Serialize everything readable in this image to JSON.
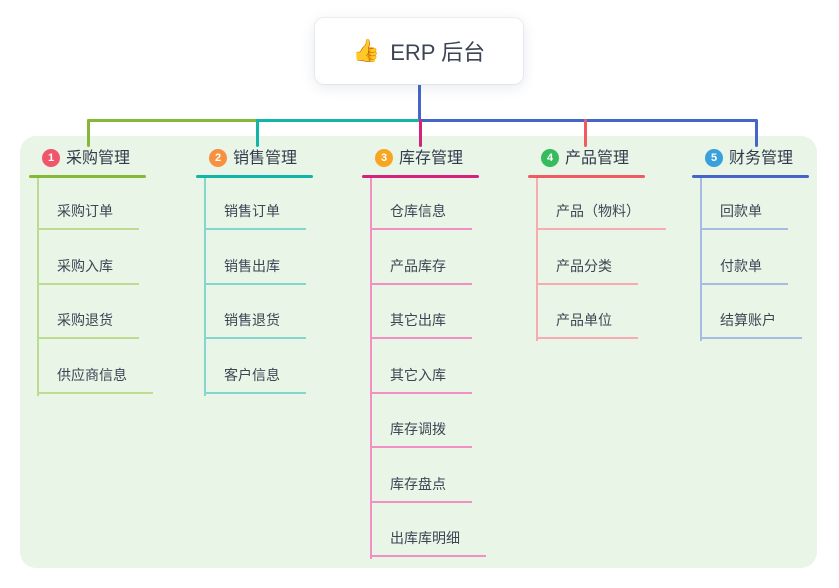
{
  "root": {
    "icon": "👍",
    "title": "ERP 后台"
  },
  "theme": {
    "panel_bg": "#e9f6e7",
    "trunk_color": "#4565c8",
    "text_color": "#3d4554"
  },
  "branches": [
    {
      "number": "1",
      "label": "采购管理",
      "badge_color": "#f0566b",
      "line_color": "#85b837",
      "child_line_color": "#bcdc92",
      "children": [
        "采购订单",
        "采购入库",
        "采购退货",
        "供应商信息"
      ]
    },
    {
      "number": "2",
      "label": "销售管理",
      "badge_color": "#f8913f",
      "line_color": "#13b5a9",
      "child_line_color": "#85d6cd",
      "children": [
        "销售订单",
        "销售出库",
        "销售退货",
        "客户信息"
      ]
    },
    {
      "number": "3",
      "label": "库存管理",
      "badge_color": "#f6a623",
      "line_color": "#d4237e",
      "child_line_color": "#f28fc4",
      "children": [
        "仓库信息",
        "产品库存",
        "其它出库",
        "其它入库",
        "库存调拨",
        "库存盘点",
        "出库库明细"
      ]
    },
    {
      "number": "4",
      "label": "产品管理",
      "badge_color": "#36bb5f",
      "line_color": "#f05a62",
      "child_line_color": "#f8abb0",
      "children": [
        "产品（物料）",
        "产品分类",
        "产品单位"
      ]
    },
    {
      "number": "5",
      "label": "财务管理",
      "badge_color": "#3aa0dc",
      "line_color": "#4565c8",
      "child_line_color": "#a6bce5",
      "children": [
        "回款单",
        "付款单",
        "结算账户"
      ]
    }
  ]
}
